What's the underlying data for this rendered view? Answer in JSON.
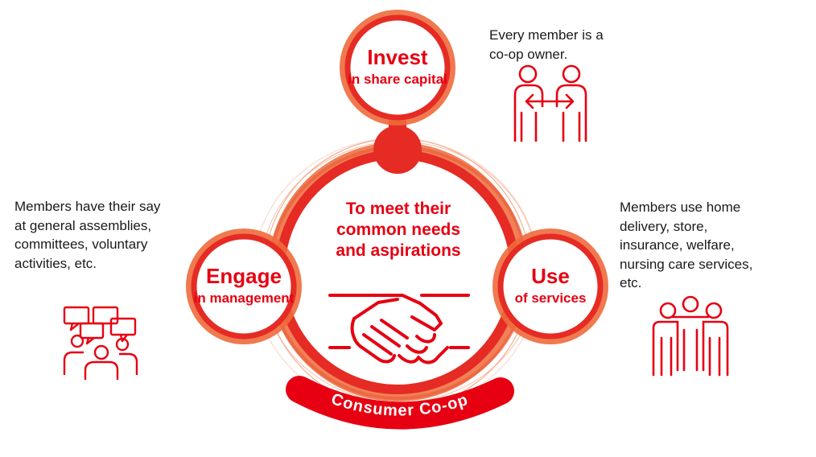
{
  "colors": {
    "primary_red": "#e60012",
    "ring_red": "#e52b24",
    "ring_orange": "#ee6a3c",
    "text": "#1a1a1a",
    "white": "#ffffff"
  },
  "center": {
    "lines": [
      "To meet their",
      "common needs",
      "and aspirations"
    ],
    "banner": "Consumer Co-op",
    "icon": "handshake-icon"
  },
  "nodes": {
    "invest": {
      "title": "Invest",
      "subtitle": "in share capital"
    },
    "engage": {
      "title": "Engage",
      "subtitle": "in management"
    },
    "use": {
      "title": "Use",
      "subtitle": "of services"
    }
  },
  "notes": {
    "owner": {
      "lines": [
        "Every member is a",
        "co-op owner."
      ],
      "icon": "two-people-exchange-icon"
    },
    "say": {
      "lines": [
        "Members have their say",
        "at general assemblies,",
        "committees, voluntary",
        "activities, etc."
      ],
      "icon": "group-discussion-icon"
    },
    "services": {
      "lines": [
        "Members use home",
        "delivery, store,",
        "insurance, welfare,",
        "nursing care services,",
        "etc."
      ],
      "icon": "three-people-icon"
    }
  }
}
